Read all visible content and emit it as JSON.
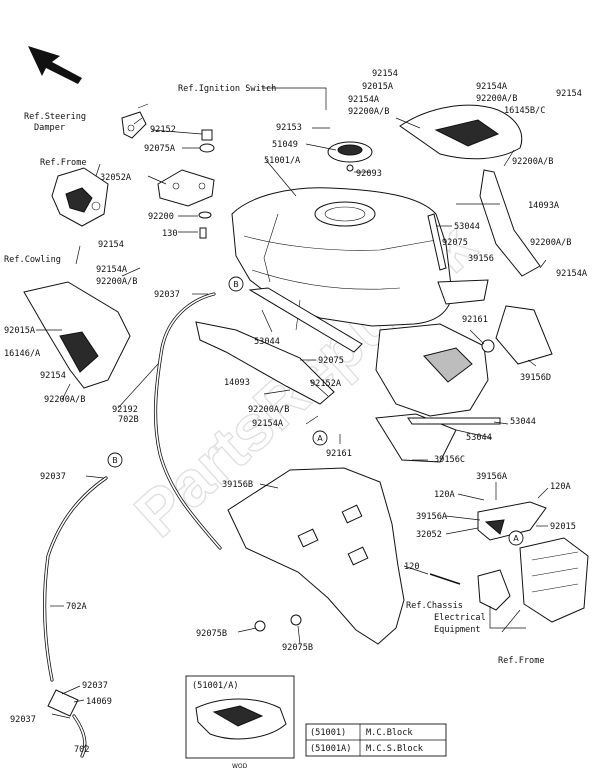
{
  "watermark": "PartsRepublik",
  "callouts": [
    {
      "id": "c1",
      "text": "Ref.Ignition Switch"
    },
    {
      "id": "c2",
      "text": "92154"
    },
    {
      "id": "c3",
      "text": "92015A"
    },
    {
      "id": "c4",
      "text": "92154A"
    },
    {
      "id": "c5",
      "text": "92200A/B"
    },
    {
      "id": "c6",
      "text": "92154"
    },
    {
      "id": "c7",
      "text": "92154A"
    },
    {
      "id": "c8",
      "text": "92200A/B"
    },
    {
      "id": "c9",
      "text": "16145B/C"
    },
    {
      "id": "c10",
      "text": "Ref.Steering"
    },
    {
      "id": "c11",
      "text": "Damper"
    },
    {
      "id": "c12",
      "text": "92152"
    },
    {
      "id": "c13",
      "text": "92153"
    },
    {
      "id": "c14",
      "text": "92075A"
    },
    {
      "id": "c15",
      "text": "51049"
    },
    {
      "id": "c16",
      "text": "51001/A"
    },
    {
      "id": "c17",
      "text": "92200A/B"
    },
    {
      "id": "c18",
      "text": "Ref.Frome"
    },
    {
      "id": "c19",
      "text": "32052A"
    },
    {
      "id": "c20",
      "text": "92093"
    },
    {
      "id": "c21",
      "text": "14093A"
    },
    {
      "id": "c22",
      "text": "92200"
    },
    {
      "id": "c23",
      "text": "130"
    },
    {
      "id": "c24",
      "text": "53044"
    },
    {
      "id": "c25",
      "text": "92075"
    },
    {
      "id": "c26",
      "text": "92200A/B"
    },
    {
      "id": "c27",
      "text": "92154"
    },
    {
      "id": "c28",
      "text": "39156"
    },
    {
      "id": "c29",
      "text": "Ref.Cowling"
    },
    {
      "id": "c30",
      "text": "92154A"
    },
    {
      "id": "c31",
      "text": "92200A/B"
    },
    {
      "id": "c32",
      "text": "92154A"
    },
    {
      "id": "c33",
      "text": "92037"
    },
    {
      "id": "c34",
      "text": "53044"
    },
    {
      "id": "c35",
      "text": "92161"
    },
    {
      "id": "c36",
      "text": "92015A"
    },
    {
      "id": "c37",
      "text": "16146/A"
    },
    {
      "id": "c38",
      "text": "92075"
    },
    {
      "id": "c39",
      "text": "39156D"
    },
    {
      "id": "c40",
      "text": "92154"
    },
    {
      "id": "c41",
      "text": "14093"
    },
    {
      "id": "c42",
      "text": "92152A"
    },
    {
      "id": "c43",
      "text": "92200A/B"
    },
    {
      "id": "c44",
      "text": "92192"
    },
    {
      "id": "c45",
      "text": "702B"
    },
    {
      "id": "c46",
      "text": "92200A/B"
    },
    {
      "id": "c47",
      "text": "92154A"
    },
    {
      "id": "c48",
      "text": "53044"
    },
    {
      "id": "c49",
      "text": "53044"
    },
    {
      "id": "c50",
      "text": "92161"
    },
    {
      "id": "c51",
      "text": "39156C"
    },
    {
      "id": "c52",
      "text": "92037"
    },
    {
      "id": "c53",
      "text": "39156B"
    },
    {
      "id": "c54",
      "text": "39156A"
    },
    {
      "id": "c55",
      "text": "120A"
    },
    {
      "id": "c56",
      "text": "120A"
    },
    {
      "id": "c57",
      "text": "39156A"
    },
    {
      "id": "c58",
      "text": "92015"
    },
    {
      "id": "c59",
      "text": "32052"
    },
    {
      "id": "c60",
      "text": "120"
    },
    {
      "id": "c61",
      "text": "Ref.Chassis"
    },
    {
      "id": "c62",
      "text": "Electrical"
    },
    {
      "id": "c63",
      "text": "Equipment"
    },
    {
      "id": "c64",
      "text": "702A"
    },
    {
      "id": "c65",
      "text": "92075B"
    },
    {
      "id": "c66",
      "text": "92075B"
    },
    {
      "id": "c67",
      "text": "Ref.Frome"
    },
    {
      "id": "c68",
      "text": "92037"
    },
    {
      "id": "c69",
      "text": "14069"
    },
    {
      "id": "c70",
      "text": "92037"
    },
    {
      "id": "c71",
      "text": "702"
    }
  ],
  "bubbles": [
    {
      "id": "b1",
      "text": "B"
    },
    {
      "id": "b2",
      "text": "A"
    },
    {
      "id": "b3",
      "text": "B"
    },
    {
      "id": "b4",
      "text": "A"
    }
  ],
  "variant_box": {
    "title": "(51001/A)",
    "caption": "WOD"
  },
  "legend_table": [
    {
      "part": "(51001)",
      "desc": "M.C.Block"
    },
    {
      "part": "(51001A)",
      "desc": "M.C.S.Block"
    }
  ]
}
